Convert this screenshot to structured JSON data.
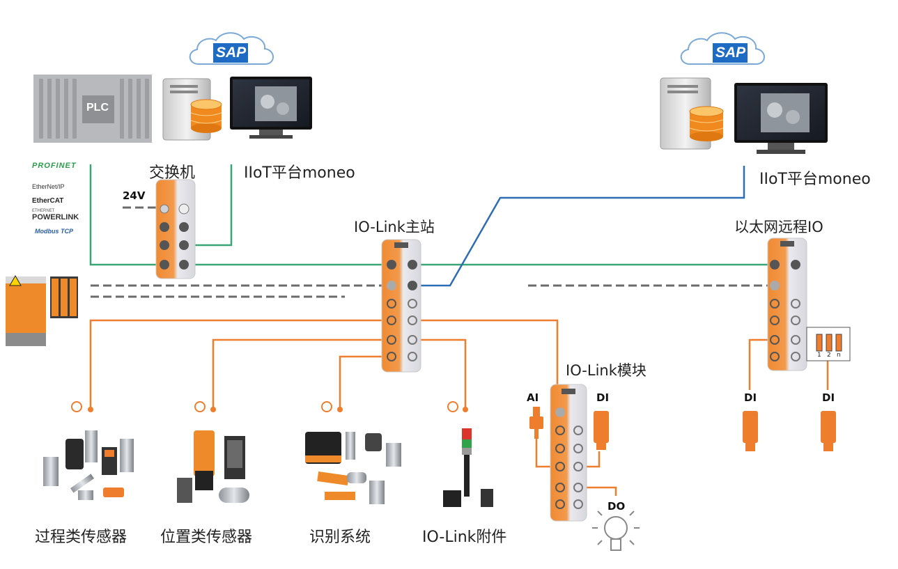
{
  "cloud_left": {
    "text": "SAP"
  },
  "cloud_right": {
    "text": "SAP"
  },
  "plc": {
    "label": "PLC"
  },
  "switch": {
    "label": "交换机",
    "voltage": "24V"
  },
  "iiot_left": {
    "label": "IIoT平台moneo"
  },
  "iiot_right": {
    "label": "IIoT平台moneo"
  },
  "master": {
    "label": "IO-Link主站"
  },
  "remote": {
    "label": "以太网远程IO"
  },
  "module": {
    "label": "IO-Link模块",
    "ai": "AI",
    "di": "DI",
    "do": "DO"
  },
  "remote_signals": {
    "di_1": "DI",
    "di_2": "DI",
    "dip_labels": [
      "1",
      "2",
      "n"
    ]
  },
  "protocols": [
    "PROFINET",
    "EtherNet/IP",
    "EtherCAT",
    "POWERLINK",
    "Modbus TCP"
  ],
  "powerlink_prefix": "ETHERNET",
  "categories": [
    {
      "label": "过程类传感器"
    },
    {
      "label": "位置类传感器"
    },
    {
      "label": "识别系统"
    },
    {
      "label": "IO-Link附件"
    }
  ],
  "colors": {
    "green": "#3aa574",
    "blue": "#2d6db5",
    "orange": "#ee7d2d",
    "dash": "#6b6b6b"
  }
}
